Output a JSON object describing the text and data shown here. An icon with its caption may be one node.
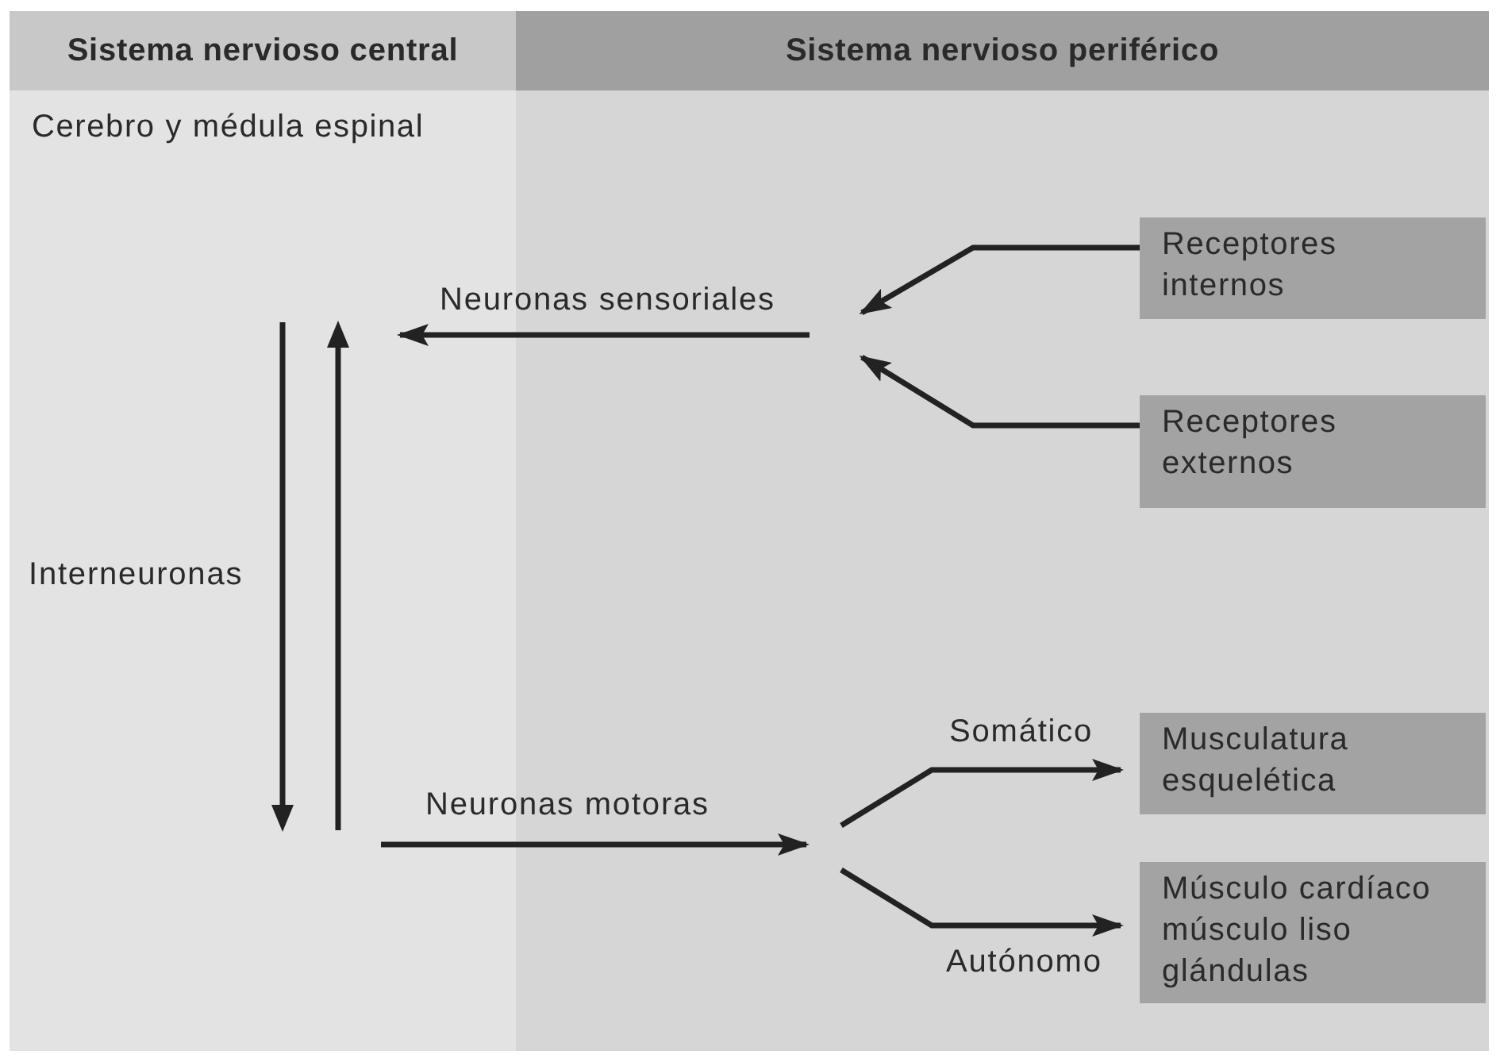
{
  "diagram": {
    "nodes": [
      {
        "text": [
          "Sistema nervioso central",
          "Cerebro y médula espinal"
        ]
      },
      {
        "text": [
          "Sistema nervioso periférico"
        ]
      },
      {
        "text": [
          "Interneuronas"
        ],
        "in": 0
      },
      {
        "text": [
          "Receptores internos"
        ],
        "in": 1
      },
      {
        "text": [
          "Receptores externos"
        ],
        "in": 1
      },
      {
        "text": [
          "Musculatura esquelética"
        ],
        "in": 1
      },
      {
        "text": [
          "Músculo cardíaco músculo liso glándulas"
        ],
        "in": 1
      }
    ],
    "edges": [
      {
        "from": 3,
        "to": null,
        "arrow": "to"
      },
      {
        "from": 4,
        "to": null,
        "arrow": "to"
      },
      {
        "from": null,
        "to": 2,
        "arrow": "to",
        "label": "Neuronas sensoriales"
      },
      {
        "from": 2,
        "to": null,
        "arrow": "to",
        "label": "Neuronas motoras"
      },
      {
        "from": null,
        "to": 5,
        "arrow": "to",
        "label": "Somático"
      },
      {
        "from": null,
        "to": 6,
        "arrow": "to",
        "label": "Autónomo"
      }
    ]
  }
}
